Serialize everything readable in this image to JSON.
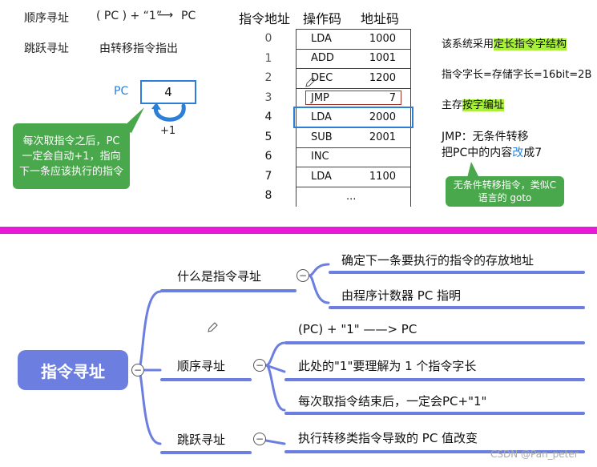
{
  "top": {
    "seq_label": "顺序寻址",
    "seq_formula": "( PC ) + “1”",
    "seq_arrow": "⟶",
    "seq_target": "PC",
    "jump_label": "跳跃寻址",
    "jump_desc": "由转移指令指出",
    "pc_label": "PC",
    "pc_value": "4",
    "plus_one": "+1",
    "green_note": "每次取指令之后，PC一定会自动+1，指向下一条应该执行的指令"
  },
  "table": {
    "headers": [
      "指令地址",
      "操作码",
      "地址码"
    ],
    "rows": [
      {
        "num": "0",
        "op": "LDA",
        "addr": "1000"
      },
      {
        "num": "1",
        "op": "ADD",
        "addr": "1001"
      },
      {
        "num": "2",
        "op": "DEC",
        "addr": "1200"
      },
      {
        "num": "3",
        "op": "JMP",
        "addr": "7"
      },
      {
        "num": "4",
        "op": "LDA",
        "addr": "2000"
      },
      {
        "num": "5",
        "op": "SUB",
        "addr": "2001"
      },
      {
        "num": "6",
        "op": "INC",
        "addr": ""
      },
      {
        "num": "7",
        "op": "LDA",
        "addr": "1100"
      },
      {
        "num": "8",
        "op": "...",
        "addr": ""
      }
    ],
    "highlight_colors": {
      "jmp_row": "#a0302a",
      "current_row": "#2b7fd6"
    }
  },
  "notes": {
    "line1_pre": "该系统采用",
    "line1_hl": "定长指令字结构",
    "line2": "指令字长=存储字长=16bit=2B",
    "line3_pre": "主存",
    "line3_hl": "按字编址",
    "jmp_title": "JMP：无条件转移",
    "jmp_line_pre": "把PC中的内容",
    "jmp_line_blue": "改",
    "jmp_line_post": "成7",
    "green_note": "无条件转移指令，类似C语言的 goto"
  },
  "mindmap": {
    "root": "指令寻址",
    "branches": [
      {
        "label": "什么是指令寻址",
        "leaves": [
          "确定下一条要执行的指令的存放地址",
          "由程序计数器 PC 指明"
        ]
      },
      {
        "label": "顺序寻址",
        "leaves": [
          "(PC) + \"1\" ——> PC",
          "此处的\"1\"要理解为 1 个指令字长",
          "每次取指令结束后，一定会PC+\"1\""
        ]
      },
      {
        "label": "跳跃寻址",
        "leaves": [
          "执行转移类指令导致的 PC 值改变"
        ]
      }
    ],
    "collapse_symbol": "−",
    "accent_color": "#6c7fe0"
  },
  "watermark": "CSDN @Pan_peter",
  "colors": {
    "divider": "#e61bd8",
    "green": "#4aa84c",
    "highlight": "#a8f03c",
    "pc_blue": "#2b7fd6"
  }
}
